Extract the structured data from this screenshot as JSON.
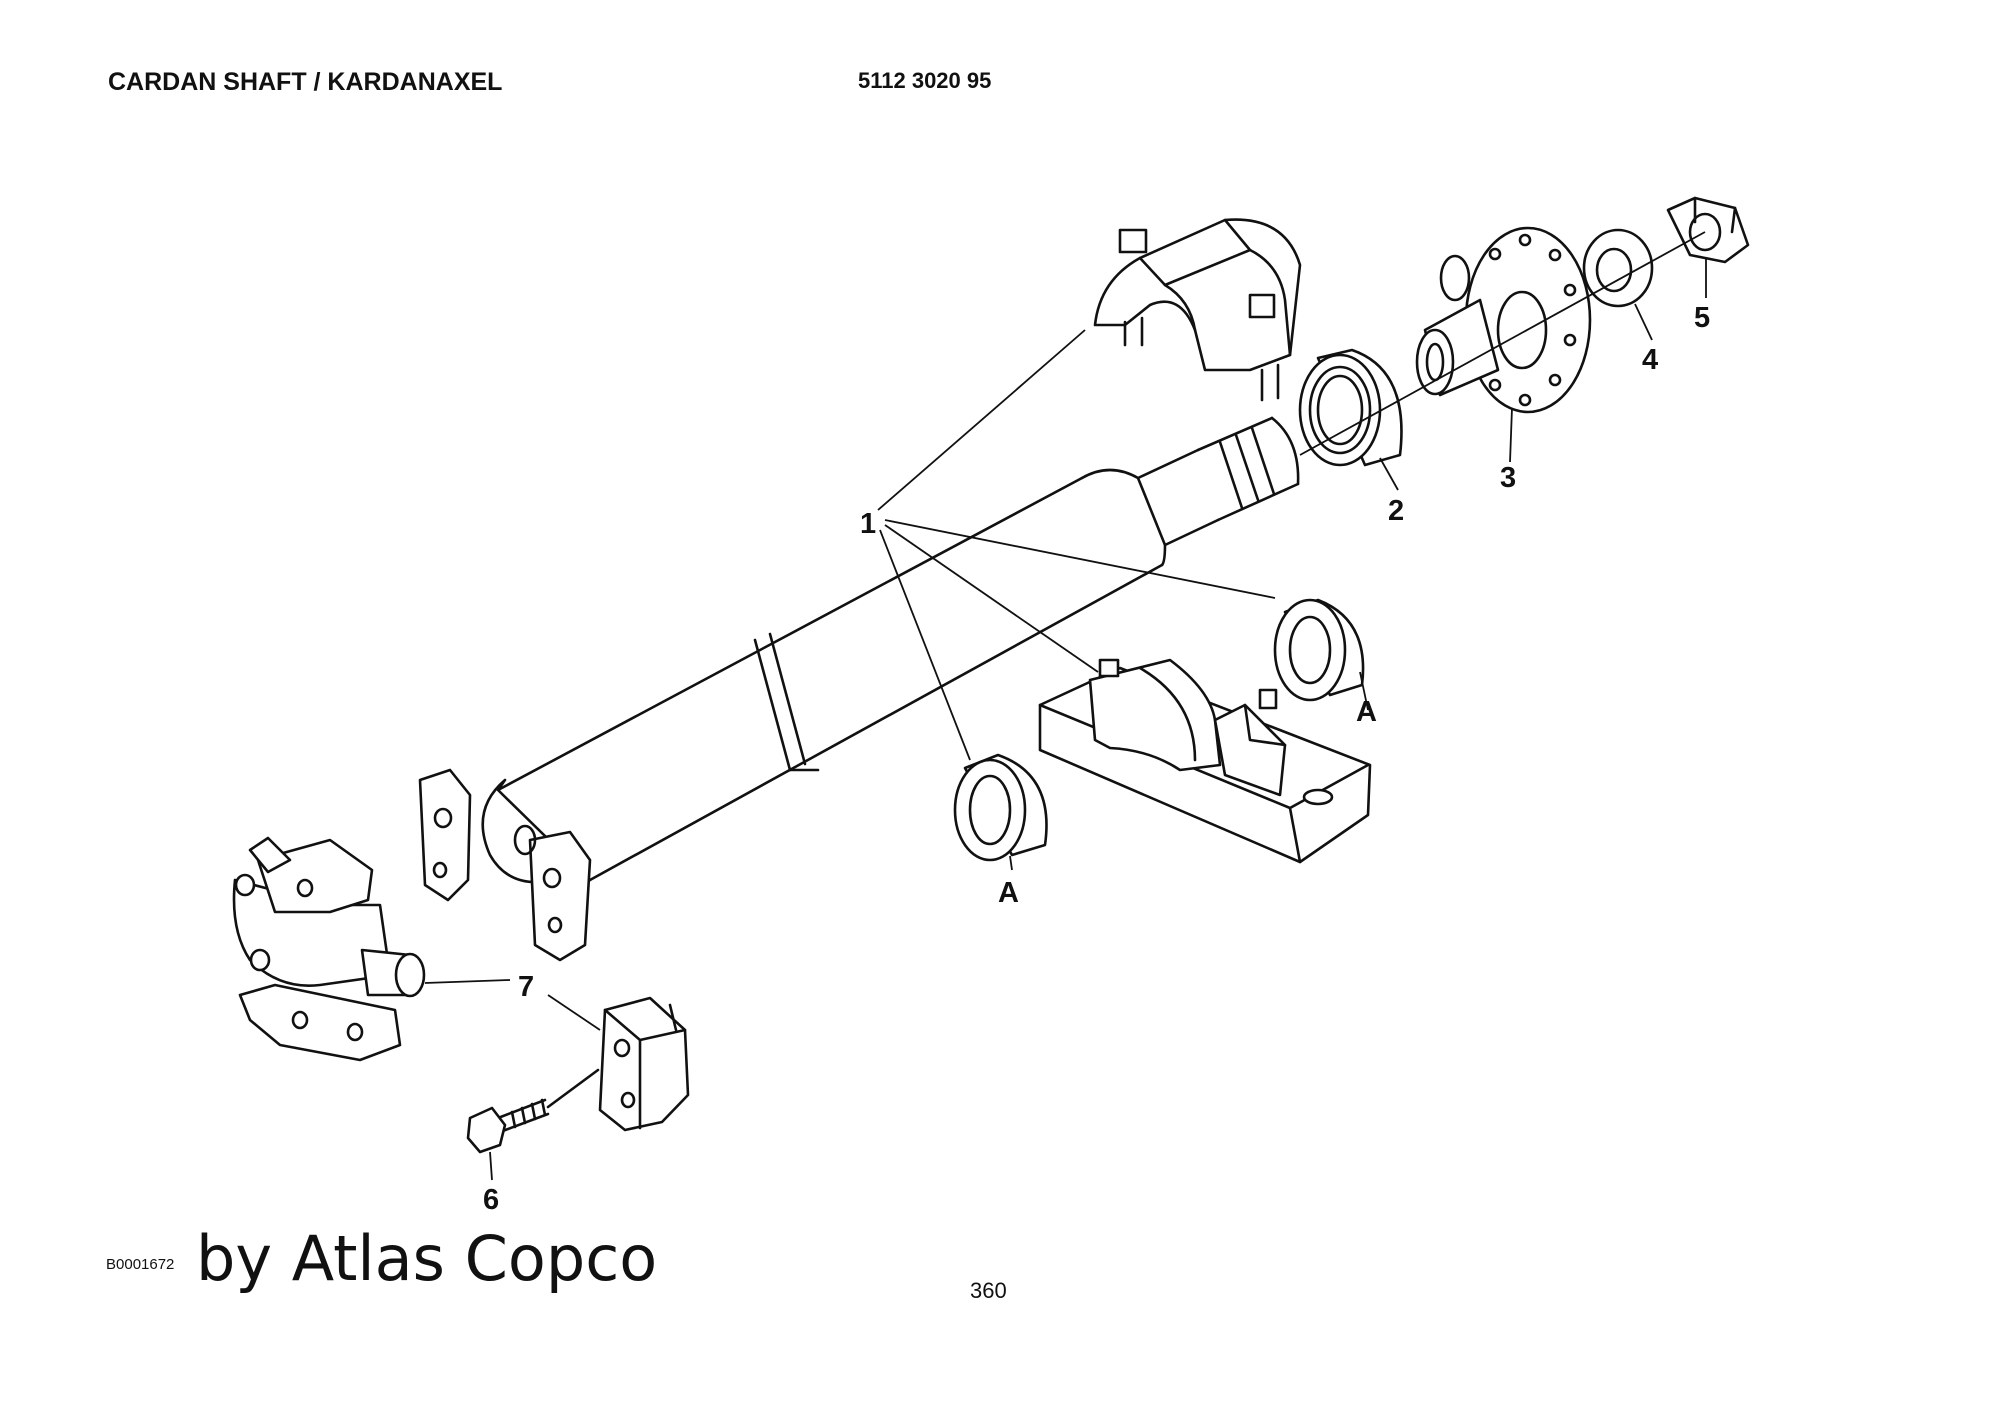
{
  "header": {
    "title": "CARDAN SHAFT / KARDANAXEL",
    "part_number": "5112 3020 95"
  },
  "callouts": {
    "c1": "1",
    "c2": "2",
    "c3": "3",
    "c4": "4",
    "c5": "5",
    "c6": "6",
    "c7": "7",
    "cA1": "A",
    "cA2": "A"
  },
  "footer": {
    "figure_id": "B0001672",
    "brand": "by Atlas Copco",
    "page_number": "360"
  }
}
